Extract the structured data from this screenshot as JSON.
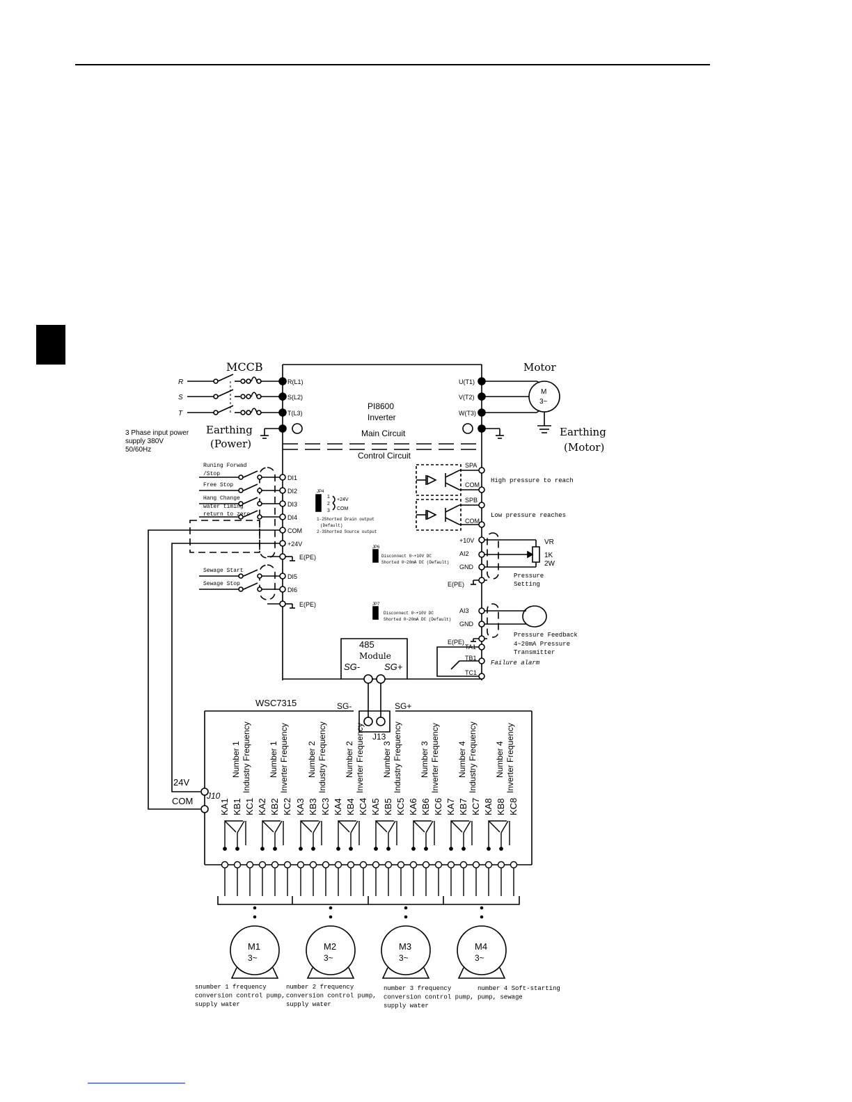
{
  "power_inputs": [
    "R",
    "S",
    "T"
  ],
  "mccb_label": "MCCB",
  "power_supply_note": [
    "3 Phase input power",
    "supply 380V",
    "50/60Hz"
  ],
  "earthing_power": [
    "Earthing",
    "(Power)"
  ],
  "earthing_motor": [
    "Earthing",
    "(Motor)"
  ],
  "motor_label": "Motor",
  "motor_symbol": [
    "M",
    "3~"
  ],
  "inverter": {
    "model": "PI8600",
    "type": "Inverter",
    "main_circuit": "Main Circuit",
    "control_circuit": "Control Circuit",
    "input_terminals": [
      "R(L1)",
      "S(L2)",
      "T(L3)"
    ],
    "output_terminals": [
      "U(T1)",
      "V(T2)",
      "W(T3)"
    ]
  },
  "di_terminals": [
    "DI1",
    "DI2",
    "DI3",
    "DI4",
    "COM",
    "+24V",
    "E(PE)",
    "DI5",
    "DI6",
    "E(PE)"
  ],
  "di_functions": [
    "Runing Forwad",
    "/Stop",
    "Free Stop",
    "Hang Change",
    "water timing",
    "return to zero",
    "Sewage Start",
    "Sewage Stop"
  ],
  "jp4": {
    "name": "JP4",
    "pins": [
      "1",
      "2",
      "3"
    ],
    "pin_labels": [
      "+24V",
      "COM"
    ],
    "notes": [
      "1-2Shorted Drain output",
      "(Default)",
      "2-3Shorted Source output"
    ]
  },
  "jp6": {
    "name": "JP6",
    "notes": [
      "Disconnect 0~+10V  DC",
      "Shorted 0~20mA  DC  (Default)"
    ]
  },
  "jp7": {
    "name": "JP7",
    "notes": [
      "Disconnect 0~+10V  DC",
      "Shorted 0~20mA  DC  (Default)"
    ]
  },
  "right_terminals": {
    "spa": "SPA",
    "com1": "COM",
    "spb": "SPB",
    "com2": "COM",
    "p10v": "+10V",
    "ai2": "AI2",
    "gnd1": "GND",
    "epe1": "E(PE)",
    "ai3": "AI3",
    "gnd2": "GND",
    "epe2": "E(PE)",
    "ta1": "TA1",
    "tb1": "TB1",
    "tc1": "TC1"
  },
  "right_notes": {
    "high_pressure": "High pressure to reach",
    "low_pressure": "Low pressure reaches",
    "vr": [
      "VR",
      "1K",
      "2W"
    ],
    "pressure_setting": [
      "Pressure",
      "Setting"
    ],
    "pressure_feedback": [
      "Pressure Feedback",
      "4~20mA Pressure",
      "Transmitter"
    ],
    "failure_alarm": "Failure alarm"
  },
  "module_485": {
    "title": "485",
    "subtitle": "Module",
    "sg_minus": "SG-",
    "sg_plus": "SG+"
  },
  "wsc": {
    "name": "WSC7315",
    "sg_minus": "SG-",
    "sg_plus": "SG+",
    "j13": "J13",
    "j10": "J10",
    "v24": "24V",
    "com": "COM",
    "relay_groups": [
      {
        "labels": [
          "KA1",
          "KB1",
          "KC1"
        ],
        "desc": [
          "Number 1",
          "Industry Frequency"
        ]
      },
      {
        "labels": [
          "KA2",
          "KB2",
          "KC2"
        ],
        "desc": [
          "Number 1",
          "Inverter Frequency"
        ]
      },
      {
        "labels": [
          "KA3",
          "KB3",
          "KC3"
        ],
        "desc": [
          "Number 2",
          "Industry Frequency"
        ]
      },
      {
        "labels": [
          "KA4",
          "KB4",
          "KC4"
        ],
        "desc": [
          "Number 2",
          "Inverter Frequency"
        ]
      },
      {
        "labels": [
          "KA5",
          "KB5",
          "KC5"
        ],
        "desc": [
          "Number 3",
          "Industry Frequency"
        ]
      },
      {
        "labels": [
          "KA6",
          "KB6",
          "KC6"
        ],
        "desc": [
          "Number 3",
          "Inverter Frequency"
        ]
      },
      {
        "labels": [
          "KA7",
          "KB7",
          "KC7"
        ],
        "desc": [
          "Number 4",
          "Industry Frequency"
        ]
      },
      {
        "labels": [
          "KA8",
          "KB8",
          "KC8"
        ],
        "desc": [
          "Number 4",
          "Inverter Frequency"
        ]
      }
    ]
  },
  "pumps": [
    {
      "name": "M1",
      "phase": "3~",
      "caption": [
        "snumber 1 frequency",
        "conversion control pump,",
        "supply water"
      ]
    },
    {
      "name": "M2",
      "phase": "3~",
      "caption": [
        "number 2 frequency",
        "conversion control pump,",
        "supply water"
      ]
    },
    {
      "name": "M3",
      "phase": "3~",
      "caption": [
        "number 3 frequency",
        "conversion control pump,",
        "supply water"
      ]
    },
    {
      "name": "M4",
      "phase": "3~",
      "caption": [
        "number 4 Soft-starting",
        "pump, sewage"
      ]
    }
  ]
}
